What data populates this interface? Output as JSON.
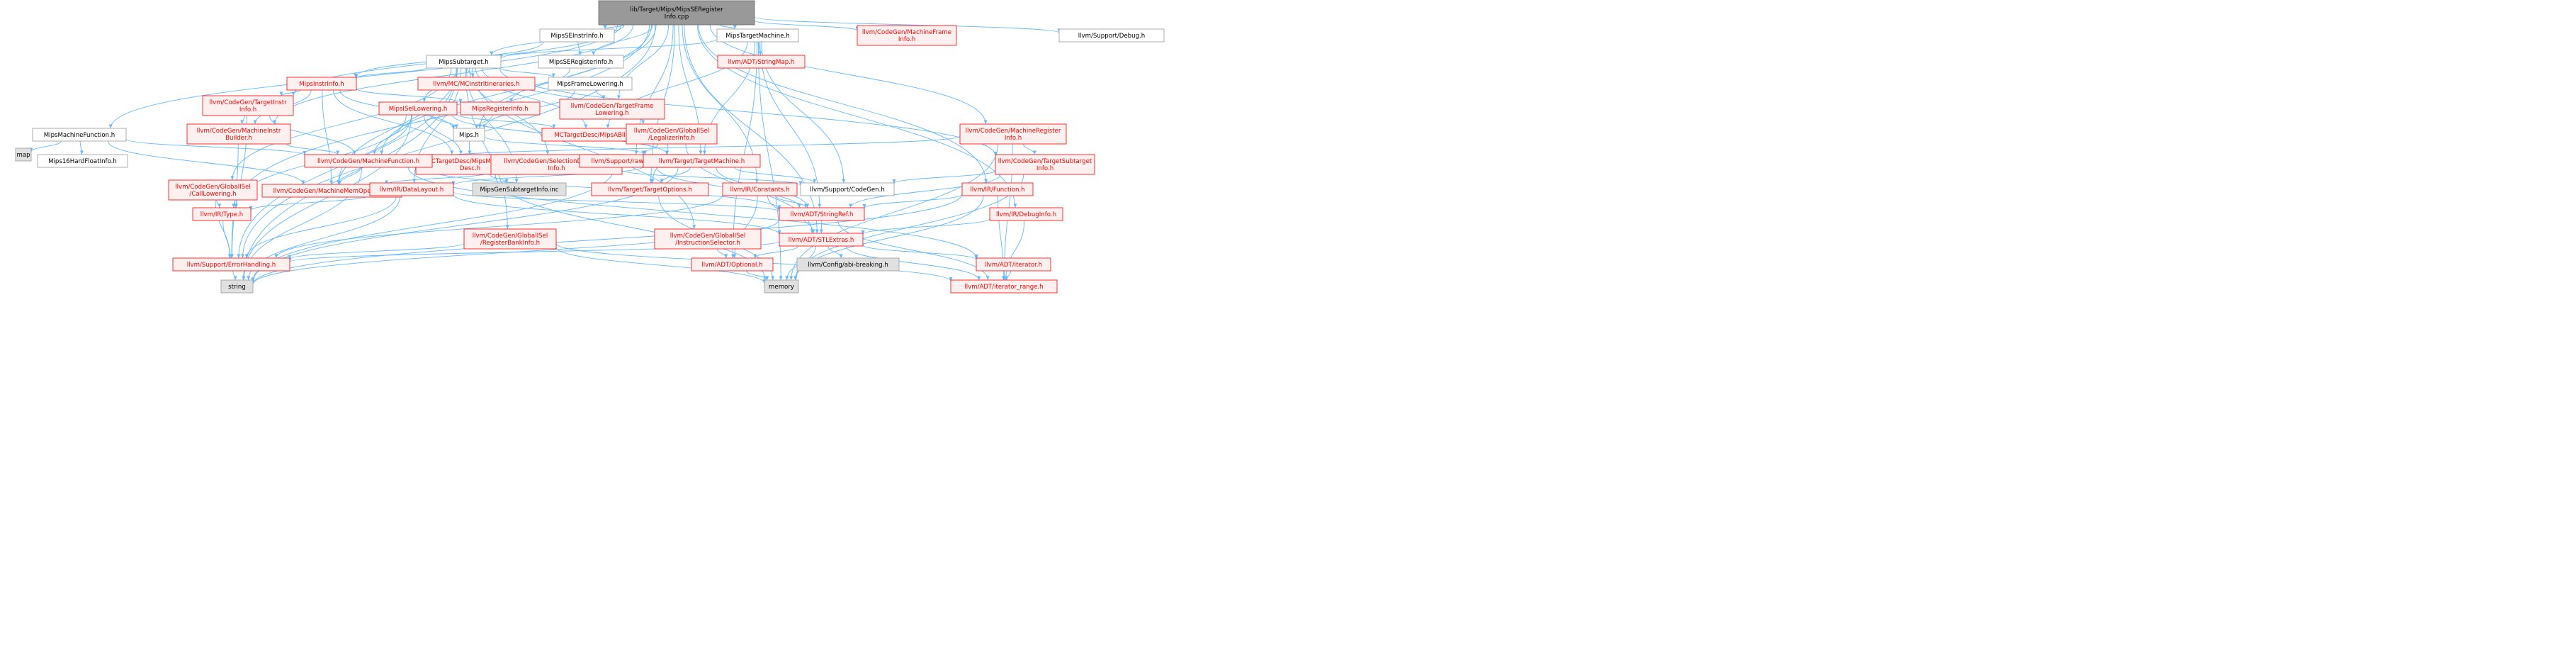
{
  "graph": {
    "title": "lib/Target/Mips/MipsSERegisterInfo.cpp",
    "arrow_color": "#63b8ff",
    "nodes": {
      "root": {
        "label": [
          "lib/Target/Mips/MipsSERegister",
          "Info.cpp"
        ],
        "style": "root"
      },
      "mipsseinstrinfo": {
        "label": [
          "MipsSEInstrInfo.h"
        ],
        "style": "normal"
      },
      "mipstargetmachine": {
        "label": [
          "MipsTargetMachine.h"
        ],
        "style": "normal"
      },
      "mfinfo": {
        "label": [
          "llvm/CodeGen/MachineFrame",
          "Info.h"
        ],
        "style": "red"
      },
      "debug": {
        "label": [
          "llvm/Support/Debug.h"
        ],
        "style": "normal"
      },
      "mipssubtarget": {
        "label": [
          "MipsSubtarget.h"
        ],
        "style": "normal"
      },
      "mipsseregisterinfo": {
        "label": [
          "MipsSERegisterInfo.h"
        ],
        "style": "normal"
      },
      "stringmap": {
        "label": [
          "llvm/ADT/StringMap.h"
        ],
        "style": "red"
      },
      "mipsinstrinfo": {
        "label": [
          "MipsInstrInfo.h"
        ],
        "style": "red"
      },
      "mcinstritin": {
        "label": [
          "llvm/MC/MCInstrItineraries.h"
        ],
        "style": "red"
      },
      "mipsframelowering": {
        "label": [
          "MipsFrameLowering.h"
        ],
        "style": "normal"
      },
      "targetinstrinfo": {
        "label": [
          "llvm/CodeGen/TargetInstr",
          "Info.h"
        ],
        "style": "red"
      },
      "mipsisellowering": {
        "label": [
          "MipsISelLowering.h"
        ],
        "style": "red"
      },
      "mipsregisterinfo": {
        "label": [
          "MipsRegisterInfo.h"
        ],
        "style": "red"
      },
      "targetframelowering": {
        "label": [
          "llvm/CodeGen/TargetFrame",
          "Lowering.h"
        ],
        "style": "red"
      },
      "mips_h": {
        "label": [
          "Mips.h"
        ],
        "style": "normal"
      },
      "mipsabiinfo": {
        "label": [
          "MCTargetDesc/MipsABIInfo.h"
        ],
        "style": "red"
      },
      "legalizerinfo": {
        "label": [
          "llvm/CodeGen/GlobalISel",
          "/LegalizerInfo.h"
        ],
        "style": "red"
      },
      "mriinfo": {
        "label": [
          "llvm/CodeGen/MachineRegister",
          "Info.h"
        ],
        "style": "red"
      },
      "mipsmachinefunction": {
        "label": [
          "MipsMachineFunction.h"
        ],
        "style": "normal"
      },
      "machineinstrbuilder": {
        "label": [
          "llvm/CodeGen/MachineInstr",
          "Builder.h"
        ],
        "style": "red"
      },
      "mipsmctargetdesc": {
        "label": [
          "MCTargetDesc/MipsMCTarget",
          "Desc.h"
        ],
        "style": "red"
      },
      "seldagtargetinfo": {
        "label": [
          "llvm/CodeGen/SelectionDAGTarget",
          "Info.h"
        ],
        "style": "red"
      },
      "targetsubtargetinfo": {
        "label": [
          "llvm/CodeGen/TargetSubtarget",
          "Info.h"
        ],
        "style": "red"
      },
      "map": {
        "label": [
          "map"
        ],
        "style": "grey"
      },
      "mips16hardfloatinfo": {
        "label": [
          "Mips16HardFloatInfo.h"
        ],
        "style": "normal"
      },
      "machinefunction": {
        "label": [
          "llvm/CodeGen/MachineFunction.h"
        ],
        "style": "red"
      },
      "rawostream": {
        "label": [
          "llvm/Support/raw_ostream.h"
        ],
        "style": "red"
      },
      "targetmachine": {
        "label": [
          "llvm/Target/TargetMachine.h"
        ],
        "style": "red"
      },
      "calllowering": {
        "label": [
          "llvm/CodeGen/GlobalISel",
          "/CallLowering.h"
        ],
        "style": "red"
      },
      "mmo": {
        "label": [
          "llvm/CodeGen/MachineMemOperand.h"
        ],
        "style": "red"
      },
      "mipsgensubtarget": {
        "label": [
          "MipsGenSubtargetInfo.inc"
        ],
        "style": "grey"
      },
      "targetoptions": {
        "label": [
          "llvm/Target/TargetOptions.h"
        ],
        "style": "red"
      },
      "codegen": {
        "label": [
          "llvm/Support/CodeGen.h"
        ],
        "style": "normal"
      },
      "datalayout": {
        "label": [
          "llvm/IR/DataLayout.h"
        ],
        "style": "red"
      },
      "constants": {
        "label": [
          "llvm/IR/Constants.h"
        ],
        "style": "red"
      },
      "function": {
        "label": [
          "llvm/IR/Function.h"
        ],
        "style": "red"
      },
      "type": {
        "label": [
          "llvm/IR/Type.h"
        ],
        "style": "red"
      },
      "stringref": {
        "label": [
          "llvm/ADT/StringRef.h"
        ],
        "style": "red"
      },
      "debuginfo": {
        "label": [
          "llvm/IR/DebugInfo.h"
        ],
        "style": "red"
      },
      "registerbankinfo": {
        "label": [
          "llvm/CodeGen/GlobalISel",
          "/RegisterBankInfo.h"
        ],
        "style": "red"
      },
      "instructionselector": {
        "label": [
          "llvm/CodeGen/GlobalISel",
          "/InstructionSelector.h"
        ],
        "style": "red"
      },
      "stlextras": {
        "label": [
          "llvm/ADT/STLExtras.h"
        ],
        "style": "red"
      },
      "errorhandling": {
        "label": [
          "llvm/Support/ErrorHandling.h"
        ],
        "style": "red"
      },
      "optional": {
        "label": [
          "llvm/ADT/Optional.h"
        ],
        "style": "red"
      },
      "abibreaking": {
        "label": [
          "llvm/Config/abi-breaking.h"
        ],
        "style": "grey"
      },
      "iterator": {
        "label": [
          "llvm/ADT/iterator.h"
        ],
        "style": "red"
      },
      "string": {
        "label": [
          "string"
        ],
        "style": "grey"
      },
      "memory": {
        "label": [
          "memory"
        ],
        "style": "grey"
      },
      "iteratorrange": {
        "label": [
          "llvm/ADT/iterator_range.h"
        ],
        "style": "red"
      }
    },
    "edges": [
      [
        "root",
        "mipsseinstrinfo"
      ],
      [
        "root",
        "mipstargetmachine"
      ],
      [
        "root",
        "mfinfo"
      ],
      [
        "root",
        "debug"
      ],
      [
        "root",
        "mipssubtarget"
      ],
      [
        "root",
        "mipsseregisterinfo"
      ],
      [
        "root",
        "targetframelowering"
      ],
      [
        "root",
        "targetinstrinfo"
      ],
      [
        "root",
        "mipsmachinefunction"
      ],
      [
        "root",
        "machineinstrbuilder"
      ],
      [
        "root",
        "machinefunction"
      ],
      [
        "root",
        "mips_h"
      ],
      [
        "root",
        "mriinfo"
      ],
      [
        "root",
        "targetmachine"
      ],
      [
        "root",
        "rawostream"
      ],
      [
        "root",
        "constants"
      ],
      [
        "root",
        "function"
      ],
      [
        "root",
        "debuginfo"
      ],
      [
        "root",
        "type"
      ],
      [
        "root",
        "errorhandling"
      ],
      [
        "root",
        "stlextras"
      ],
      [
        "root",
        "targetoptions"
      ],
      [
        "mipsseinstrinfo",
        "mipsseregisterinfo"
      ],
      [
        "mipsseinstrinfo",
        "mipsinstrinfo"
      ],
      [
        "mipstargetmachine",
        "mipssubtarget"
      ],
      [
        "mipstargetmachine",
        "stringmap"
      ],
      [
        "mipstargetmachine",
        "mipsabiinfo"
      ],
      [
        "mipstargetmachine",
        "targetmachine"
      ],
      [
        "mipstargetmachine",
        "codegen"
      ],
      [
        "mipstargetmachine",
        "stringref"
      ],
      [
        "mipstargetmachine",
        "optional"
      ],
      [
        "mipstargetmachine",
        "memory"
      ],
      [
        "mipssubtarget",
        "mipsinstrinfo"
      ],
      [
        "mipssubtarget",
        "mcinstritin"
      ],
      [
        "mipssubtarget",
        "mipsframelowering"
      ],
      [
        "mipssubtarget",
        "mipsisellowering"
      ],
      [
        "mipssubtarget",
        "mipsabiinfo"
      ],
      [
        "mipssubtarget",
        "legalizerinfo"
      ],
      [
        "mipssubtarget",
        "targetsubtargetinfo"
      ],
      [
        "mipssubtarget",
        "seldagtargetinfo"
      ],
      [
        "mipssubtarget",
        "mipsgensubtarget"
      ],
      [
        "mipssubtarget",
        "calllowering"
      ],
      [
        "mipssubtarget",
        "registerbankinfo"
      ],
      [
        "mipssubtarget",
        "instructionselector"
      ],
      [
        "mipssubtarget",
        "errorhandling"
      ],
      [
        "mipssubtarget",
        "string"
      ],
      [
        "mipssubtarget",
        "mmo"
      ],
      [
        "mipssubtarget",
        "datalayout"
      ],
      [
        "mipsseregisterinfo",
        "mipsregisterinfo"
      ],
      [
        "mipsinstrinfo",
        "targetinstrinfo"
      ],
      [
        "mipsinstrinfo",
        "mipsregisterinfo"
      ],
      [
        "mipsinstrinfo",
        "machineinstrbuilder"
      ],
      [
        "mipsinstrinfo",
        "mips_h"
      ],
      [
        "mipsinstrinfo",
        "mmo"
      ],
      [
        "mipsinstrinfo",
        "mipsmctargetdesc"
      ],
      [
        "mipsframelowering",
        "targetframelowering"
      ],
      [
        "mipsframelowering",
        "mips_h"
      ],
      [
        "mipsisellowering",
        "mips_h"
      ],
      [
        "mipsisellowering",
        "mipsabiinfo"
      ],
      [
        "mipsisellowering",
        "mipsmctargetdesc"
      ],
      [
        "mipsisellowering",
        "machinefunction"
      ],
      [
        "mipsisellowering",
        "mmo"
      ],
      [
        "mipsisellowering",
        "type"
      ],
      [
        "mipsisellowering",
        "targetmachine"
      ],
      [
        "mipsisellowering",
        "string"
      ],
      [
        "mipsregisterinfo",
        "mips_h"
      ],
      [
        "targetinstrinfo",
        "machineinstrbuilder"
      ],
      [
        "targetinstrinfo",
        "machinefunction"
      ],
      [
        "targetinstrinfo",
        "errorhandling"
      ],
      [
        "mips_h",
        "mipsmctargetdesc"
      ],
      [
        "mips_h",
        "targetmachine"
      ],
      [
        "legalizerinfo",
        "rawostream"
      ],
      [
        "legalizerinfo",
        "targetoptions"
      ],
      [
        "legalizerinfo",
        "stlextras"
      ],
      [
        "mriinfo",
        "machinefunction"
      ],
      [
        "mriinfo",
        "targetsubtargetinfo"
      ],
      [
        "mriinfo",
        "iteratorrange"
      ],
      [
        "mriinfo",
        "memory"
      ],
      [
        "mipsmachinefunction",
        "map"
      ],
      [
        "mipsmachinefunction",
        "mips16hardfloatinfo"
      ],
      [
        "mipsmachinefunction",
        "machinefunction"
      ],
      [
        "mipsmachinefunction",
        "mmo"
      ],
      [
        "machineinstrbuilder",
        "machinefunction"
      ],
      [
        "machineinstrbuilder",
        "errorhandling"
      ],
      [
        "mipsmctargetdesc",
        "mipsgensubtarget"
      ],
      [
        "mipsmctargetdesc",
        "memory"
      ],
      [
        "seldagtargetinfo",
        "mmo"
      ],
      [
        "seldagtargetinfo",
        "codegen"
      ],
      [
        "targetsubtargetinfo",
        "codegen"
      ],
      [
        "targetsubtargetinfo",
        "stringref"
      ],
      [
        "targetsubtargetinfo",
        "memory"
      ],
      [
        "machinefunction",
        "mmo"
      ],
      [
        "machinefunction",
        "stringref"
      ],
      [
        "machinefunction",
        "iterator"
      ],
      [
        "machinefunction",
        "string"
      ],
      [
        "rawostream",
        "stringref"
      ],
      [
        "rawostream",
        "string"
      ],
      [
        "targetmachine",
        "targetoptions"
      ],
      [
        "targetmachine",
        "codegen"
      ],
      [
        "targetmachine",
        "stringref"
      ],
      [
        "targetmachine",
        "datalayout"
      ],
      [
        "targetmachine",
        "string"
      ],
      [
        "calllowering",
        "type"
      ],
      [
        "calllowering",
        "errorhandling"
      ],
      [
        "datalayout",
        "type"
      ],
      [
        "datalayout",
        "stringref"
      ],
      [
        "datalayout",
        "errorhandling"
      ],
      [
        "datalayout",
        "stlextras"
      ],
      [
        "datalayout",
        "string"
      ],
      [
        "constants",
        "stringref"
      ],
      [
        "constants",
        "errorhandling"
      ],
      [
        "constants",
        "stlextras"
      ],
      [
        "constants",
        "optional"
      ],
      [
        "function",
        "stringref"
      ],
      [
        "function",
        "memory"
      ],
      [
        "function",
        "string"
      ],
      [
        "function",
        "iteratorrange"
      ],
      [
        "type",
        "errorhandling"
      ],
      [
        "stringref",
        "stlextras"
      ],
      [
        "stringref",
        "iteratorrange"
      ],
      [
        "stringref",
        "string"
      ],
      [
        "debuginfo",
        "stlextras"
      ],
      [
        "debuginfo",
        "iteratorrange"
      ],
      [
        "registerbankinfo",
        "errorhandling"
      ],
      [
        "registerbankinfo",
        "memory"
      ],
      [
        "registerbankinfo",
        "iteratorrange"
      ],
      [
        "instructionselector",
        "optional"
      ],
      [
        "stlextras",
        "optional"
      ],
      [
        "stlextras",
        "abibreaking"
      ],
      [
        "stlextras",
        "iterator"
      ],
      [
        "stlextras",
        "iteratorrange"
      ],
      [
        "stlextras",
        "errorhandling"
      ],
      [
        "stlextras",
        "memory"
      ],
      [
        "errorhandling",
        "string"
      ],
      [
        "optional",
        "memory"
      ],
      [
        "iterator",
        "iteratorrange"
      ],
      [
        "targetoptions",
        "memory"
      ]
    ]
  }
}
